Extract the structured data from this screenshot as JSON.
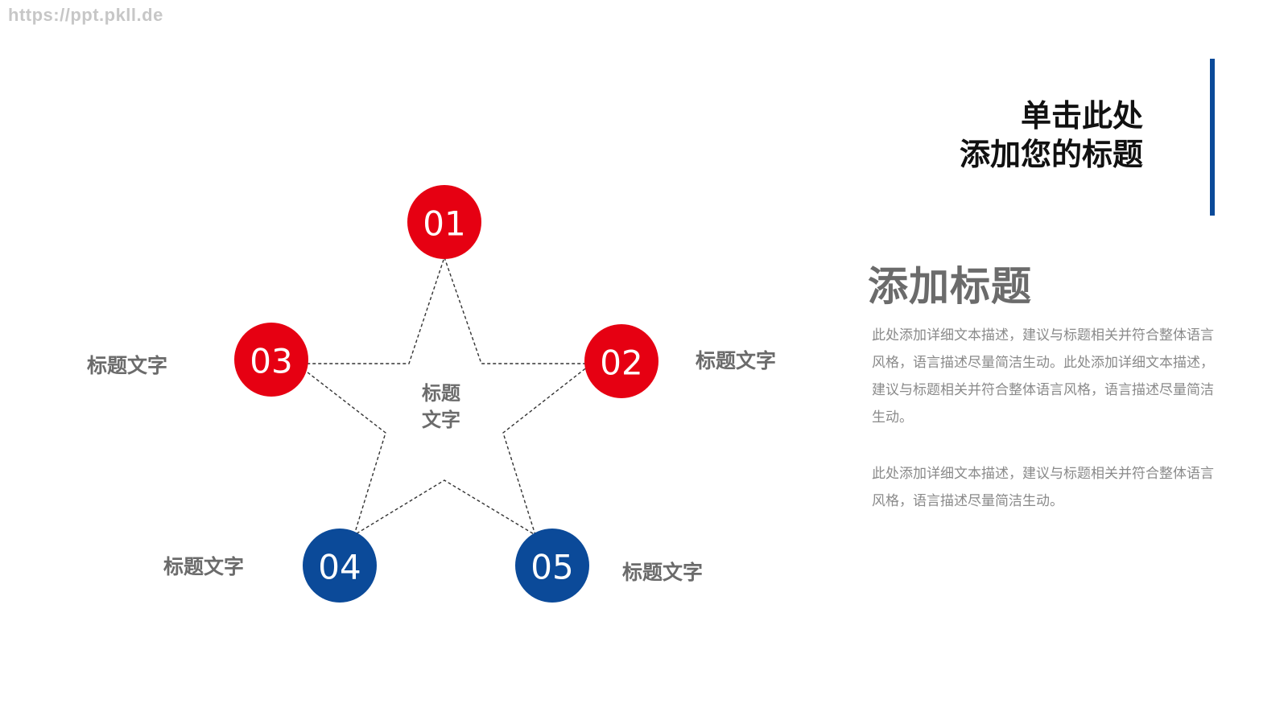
{
  "watermark": "https://ppt.pkll.de",
  "header": {
    "line1": "单击此处",
    "line2": "添加您的标题"
  },
  "section": {
    "title": "添加标题",
    "paragraph1": "此处添加详细文本描述，建议与标题相关并符合整体语言风格，语言描述尽量简洁生动。此处添加详细文本描述，建议与标题相关并符合整体语言风格，语言描述尽量简洁生动。",
    "paragraph2": "此处添加详细文本描述，建议与标题相关并符合整体语言风格，语言描述尽量简洁生动。"
  },
  "diagram": {
    "center_line1": "标题",
    "center_line2": "文字",
    "nodes": [
      {
        "number": "01",
        "label": ""
      },
      {
        "number": "02",
        "label": "标题文字"
      },
      {
        "number": "03",
        "label": "标题文字"
      },
      {
        "number": "04",
        "label": "标题文字"
      },
      {
        "number": "05",
        "label": "标题文字"
      }
    ]
  },
  "colors": {
    "red": "#e60012",
    "blue": "#0b4a99",
    "accent_bar": "#0b4a99",
    "gray_text": "#6b6b6b"
  }
}
